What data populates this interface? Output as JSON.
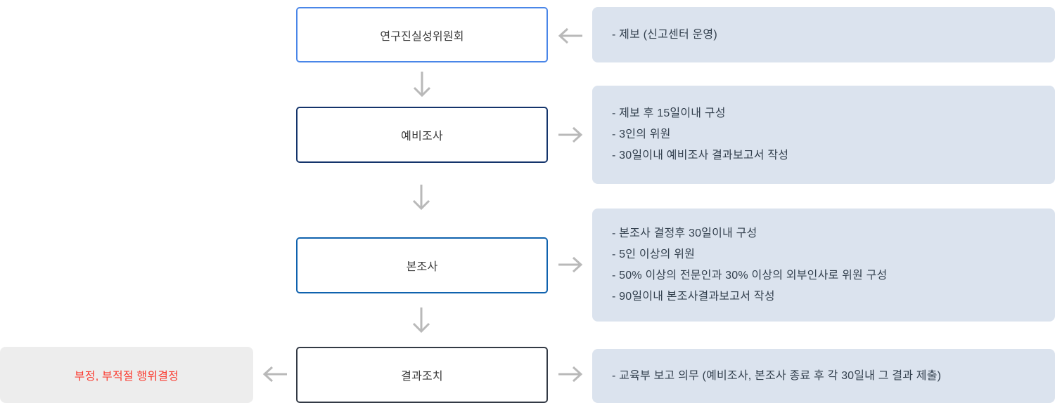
{
  "flow": {
    "title": "research-integrity-investigation-process",
    "steps": [
      {
        "label": "연구진실성위원회",
        "border_color": "#4a86e8",
        "connector": "left-arrow",
        "details": [
          "- 제보 (신고센터 운영)"
        ]
      },
      {
        "label": "예비조사",
        "border_color": "#14346b",
        "connector": "right-arrow",
        "details": [
          "- 제보 후 15일이내 구성",
          "- 3인의 위원",
          "- 30일이내 예비조사 결과보고서 작성"
        ]
      },
      {
        "label": "본조사",
        "border_color": "#0f62ae",
        "connector": "right-arrow",
        "details": [
          "- 본조사 결정후 30일이내 구성",
          "- 5인 이상의 위원",
          "- 50% 이상의 전문인과 30% 이상의 외부인사로 위원 구성",
          "- 90일이내 본조사결과보고서 작성"
        ]
      },
      {
        "label": "결과조치",
        "border_color": "#333a45",
        "connector": "right-arrow",
        "details": [
          "- 교육부 보고 의무 (예비조사, 본조사 종료 후 각 30일내 그 결과 제출)"
        ]
      }
    ],
    "result": {
      "label": "부정, 부적절 행위결정",
      "text_color": "#fa3b30",
      "bg_color": "#ededed"
    },
    "info_bg_color": "#dbe3ee",
    "arrow_color": "#b9b9b9"
  }
}
